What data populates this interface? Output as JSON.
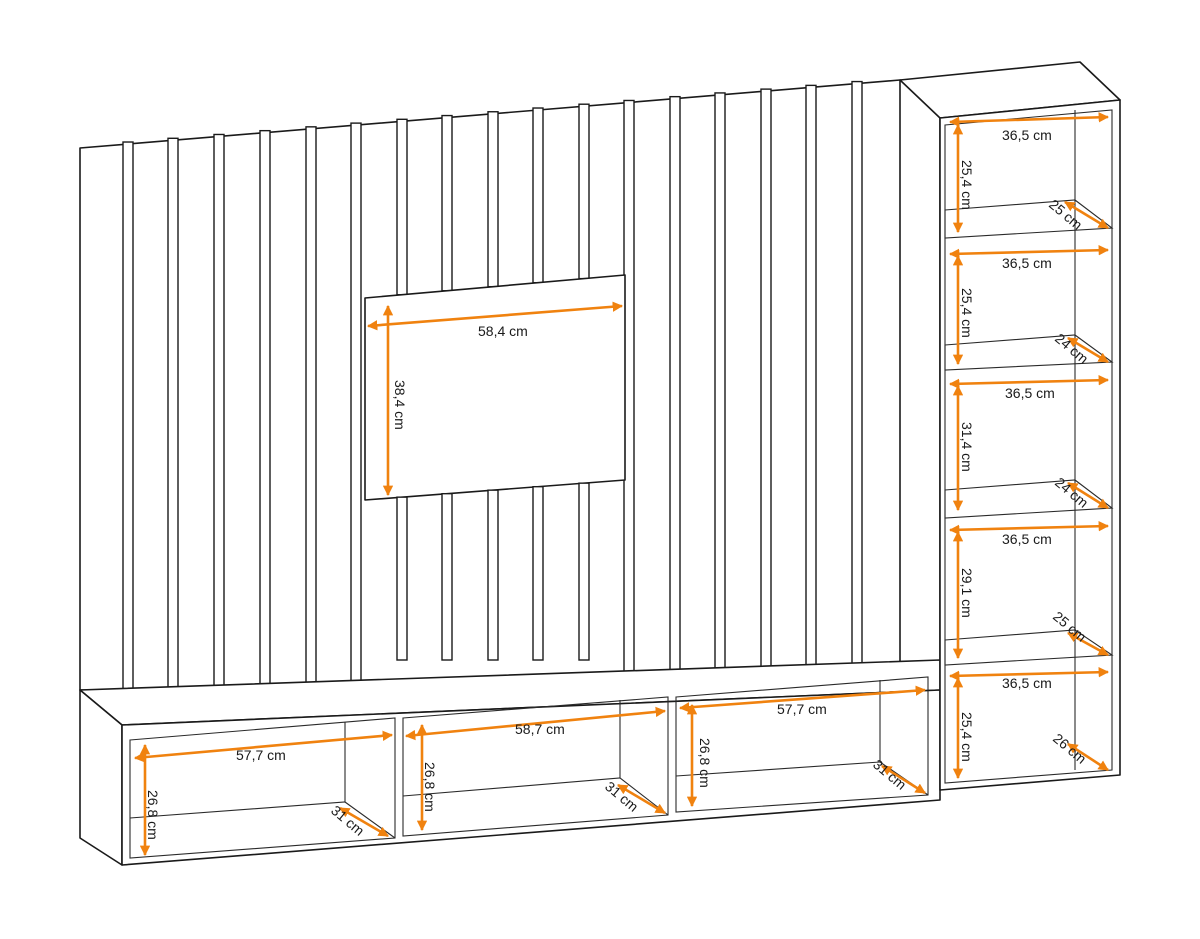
{
  "colors": {
    "dimension_line": "#f0820f",
    "outline": "#1a1a1a",
    "background": "#ffffff"
  },
  "diagram": {
    "tv_panel": {
      "width_label": "58,4 cm",
      "height_label": "38,4 cm"
    },
    "lowboard": {
      "left": {
        "width_label": "57,7 cm",
        "height_label": "26,8 cm",
        "depth_label": "31 cm"
      },
      "middle": {
        "width_label": "58,7 cm",
        "height_label": "26,8 cm",
        "depth_label": "31 cm"
      },
      "right": {
        "width_label": "57,7 cm",
        "height_label": "26,8 cm",
        "depth_label": "31 cm"
      }
    },
    "shelf_unit": {
      "compartments": [
        {
          "width_label": "36,5 cm",
          "height_label": "25,4 cm",
          "depth_label": "25 cm"
        },
        {
          "width_label": "36,5 cm",
          "height_label": "25,4 cm",
          "depth_label": "24 cm"
        },
        {
          "width_label": "36,5 cm",
          "height_label": "31,4 cm",
          "depth_label": "24 cm"
        },
        {
          "width_label": "36,5 cm",
          "height_label": "29,1 cm",
          "depth_label": "25 cm"
        },
        {
          "width_label": "36,5 cm",
          "height_label": "25,4 cm",
          "depth_label": "26 cm"
        }
      ]
    }
  }
}
